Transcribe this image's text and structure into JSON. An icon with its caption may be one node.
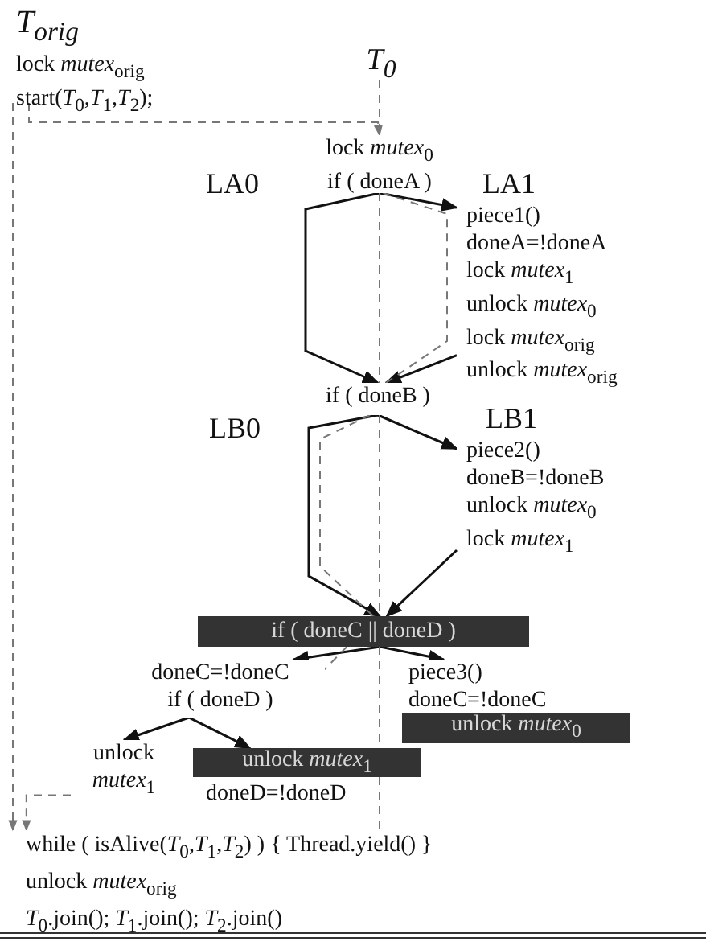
{
  "diagram": {
    "nodes": [
      {
        "text": [
          "T$_{orig}$",
          "lock *mutex*$_{orig}$",
          "start(*T*$_{0}$,*T*$_{1}$,*T*$_{2}$);"
        ]
      },
      {
        "text": [
          "T$_{0}$"
        ]
      },
      {
        "text": [
          "lock *mutex*$_{0}$",
          "if ( doneA )"
        ]
      },
      {
        "text": [
          "piece1()",
          "doneA=!doneA",
          "lock *mutex*$_{1}$",
          "unlock *mutex*$_{0}$",
          "lock *mutex*$_{orig}$",
          "unlock *mutex*$_{orig}$"
        ]
      },
      {
        "text": [
          "if ( doneB )"
        ]
      },
      {
        "text": [
          "piece2()",
          "doneB=!doneB",
          "unlock *mutex*$_{0}$",
          "lock *mutex*$_{1}$"
        ]
      },
      {
        "text": [
          "if ( doneC || doneD )"
        ]
      },
      {
        "text": [
          "doneC=!doneC",
          "if ( doneD )"
        ]
      },
      {
        "text": [
          "piece3()",
          "doneC=!doneC"
        ]
      },
      {
        "text": [
          "unlock *mutex*$_{0}$"
        ]
      },
      {
        "text": [
          "unlock *mutex*$_{1}$"
        ]
      },
      {
        "text": [
          "unlock *mutex*$_{1}$"
        ],
        "beside": [
          "doneD=!doneD"
        ]
      },
      {
        "text": [
          "while ( isAlive(*T*$_{0}$,*T*$_{1}$,*T*$_{2}$) ) { Thread.yield() }",
          "unlock *mutex*$_{orig}$",
          "*T*$_{0}$.join(); *T*$_{1}$.join(); *T*$_{2}$.join()"
        ]
      }
    ],
    "edges": [
      {
        "from": 0,
        "to": 2,
        "arrow": "to",
        "style": "dashed"
      },
      {
        "from": 2,
        "to": 3,
        "arrow": "to",
        "label": "LA1",
        "color": "#111111"
      },
      {
        "from": 2,
        "to": 4,
        "arrow": "to",
        "label": "LA0",
        "color": "#111111"
      },
      {
        "from": 3,
        "to": 4,
        "arrow": "to",
        "color": "#111111"
      },
      {
        "from": 4,
        "to": 5,
        "arrow": "to",
        "label": "LB1",
        "color": "#111111"
      },
      {
        "from": 4,
        "to": 6,
        "arrow": "to",
        "label": "LB0",
        "color": "#111111"
      },
      {
        "from": 5,
        "to": 6,
        "arrow": "to",
        "color": "#111111"
      },
      {
        "from": 6,
        "to": 7,
        "arrow": "to",
        "color": "#111111"
      },
      {
        "from": 6,
        "to": 8,
        "arrow": "to",
        "color": "#111111"
      },
      {
        "from": 7,
        "to": 10,
        "arrow": "to",
        "color": "#111111"
      },
      {
        "from": 7,
        "to": 11,
        "arrow": "to",
        "color": "#111111"
      },
      {
        "from": 0,
        "to": 12,
        "arrow": "to",
        "style": "dashed"
      },
      {
        "from": 10,
        "to": 12,
        "arrow": "to",
        "style": "dashed"
      },
      {
        "from": 1,
        "to": 2,
        "arrow": "none",
        "style": "dashed"
      },
      {
        "from": 2,
        "to": 4,
        "arrow": "none",
        "style": "dashed"
      },
      {
        "from": 4,
        "to": 6,
        "arrow": "none",
        "style": "dashed"
      },
      {
        "from": 6,
        "to": 7,
        "arrow": "none",
        "style": "dashed"
      },
      {
        "from": 2,
        "to": 4,
        "arrow": "none",
        "style": "dashed"
      },
      {
        "from": 4,
        "to": 6,
        "arrow": "none",
        "style": "dashed"
      },
      {
        "from": 6,
        "to": 11,
        "arrow": "none",
        "style": "dashed"
      },
      {
        "from": 11,
        "to": 12,
        "arrow": "none",
        "style": "dashed"
      }
    ]
  }
}
